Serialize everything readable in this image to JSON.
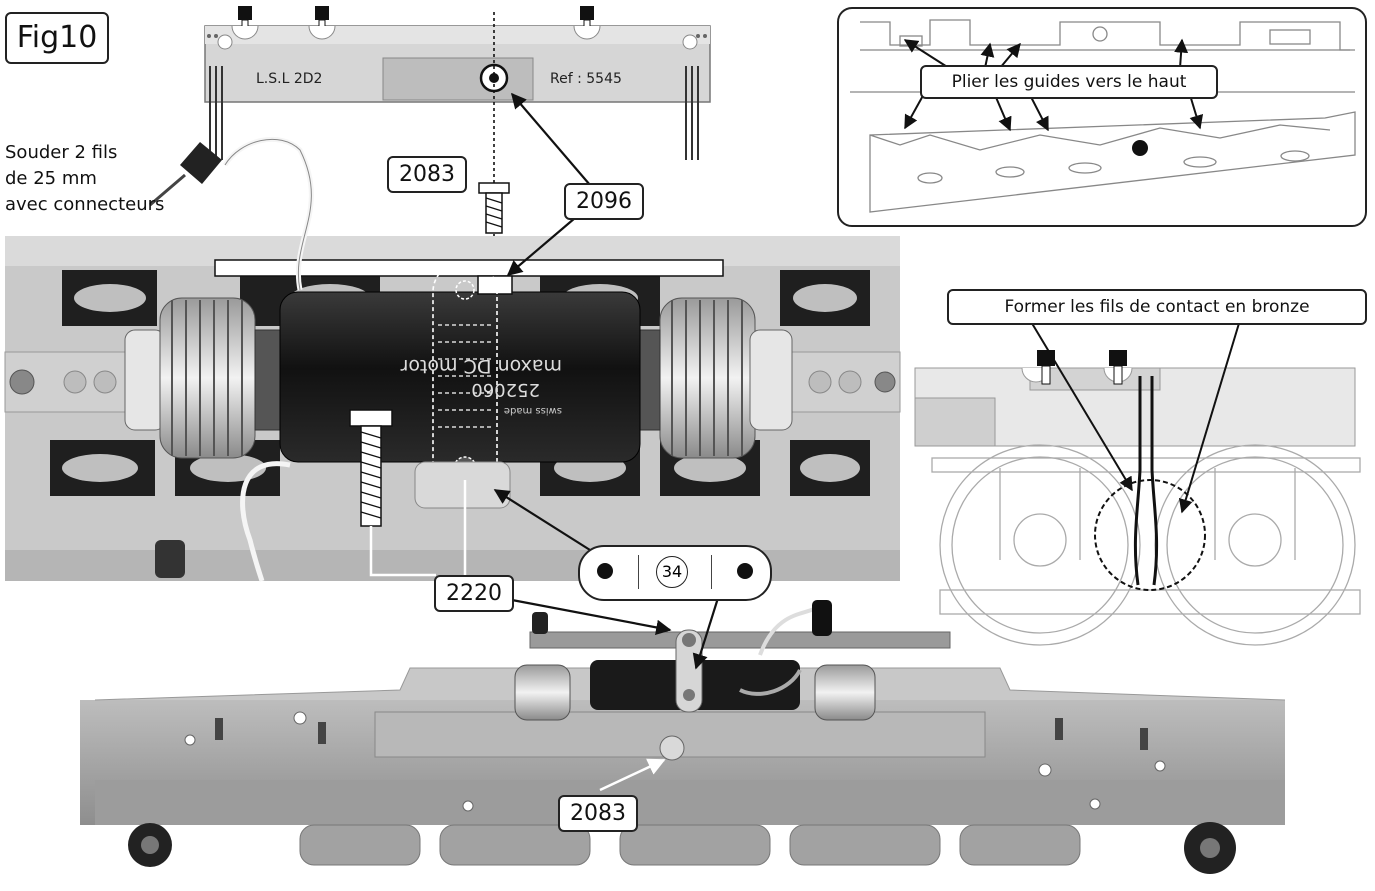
{
  "figure": {
    "title": "Fig10"
  },
  "top_plate": {
    "left_label": "L.S.L 2D2",
    "right_label": "Ref : 5545"
  },
  "callouts": {
    "solder": [
      "Souder 2 fils",
      "de 25 mm",
      "avec connecteurs"
    ],
    "fold_guides": "Plier les guides vers le haut",
    "form_wires": "Former les fils de contact en bronze"
  },
  "parts": {
    "screw_top": "2083",
    "bracket": "2096",
    "long_screw": "2220",
    "screw_bottom": "2083",
    "clip_number": "34"
  },
  "motor_text": {
    "line1": "maxon DC motor",
    "line2": "252060",
    "line3": "swiss made"
  }
}
